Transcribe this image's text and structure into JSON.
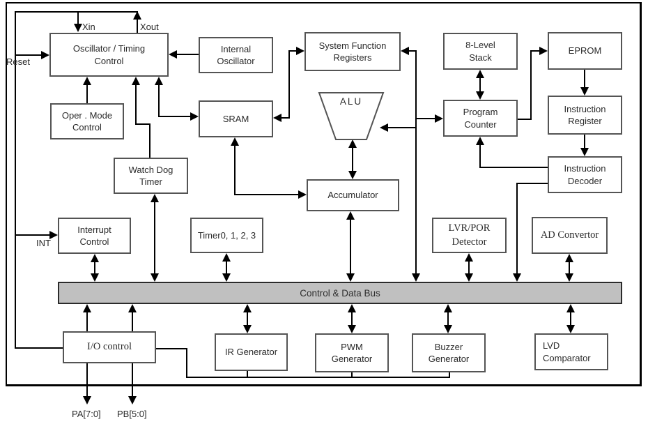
{
  "blocks": {
    "osc_timing": "Oscillator / Timing\nControl",
    "internal_osc": "Internal\nOscillator",
    "sfr": "System Function\nRegisters",
    "stack": "8-Level\nStack",
    "eprom": "EPROM",
    "oper_mode": "Oper . Mode\nControl",
    "sram": "SRAM",
    "alu": "ALU",
    "program_counter": "Program\nCounter",
    "instr_register": "Instruction\nRegister",
    "instr_decoder": "Instruction\nDecoder",
    "watch_dog": "Watch Dog\nTimer",
    "accumulator": "Accumulator",
    "interrupt": "Interrupt\nControl",
    "timers": "Timer0, 1, 2, 3",
    "lvr_por": "LVR/POR\nDetector",
    "ad_conv": "AD Convertor",
    "io_control": "I/O control",
    "ir_gen": "IR Generator",
    "pwm_gen": "PWM\nGenerator",
    "buzzer_gen": "Buzzer\nGenerator",
    "lvd_comp": "LVD\nComparator"
  },
  "bus_label": "Control  & Data Bus",
  "pins": {
    "reset": "Reset",
    "xin": "Xin",
    "xout": "Xout",
    "int": "INT",
    "pa": "PA[7:0]",
    "pb": "PB[5:0]"
  },
  "colors": {
    "background": "#ffffff",
    "line": "#000000",
    "box_border": "#545454",
    "bus_fill": "#c0c0c0"
  }
}
